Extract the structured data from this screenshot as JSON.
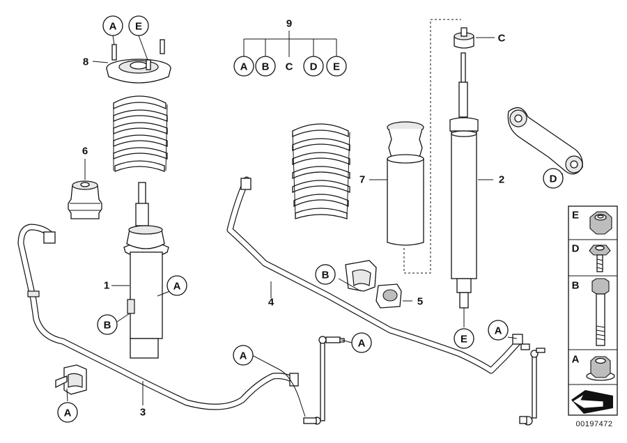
{
  "diagram": {
    "part_numbers": {
      "p1": "1",
      "p2": "2",
      "p3": "3",
      "p4": "4",
      "p5": "5",
      "p6": "6",
      "p7": "7",
      "p8": "8",
      "p9": "9"
    },
    "callout_letters": {
      "a": "A",
      "b": "B",
      "c": "C",
      "d": "D",
      "e": "E"
    },
    "legend_letters": [
      "E",
      "D",
      "B",
      "A"
    ],
    "reference_number": "00197472"
  }
}
